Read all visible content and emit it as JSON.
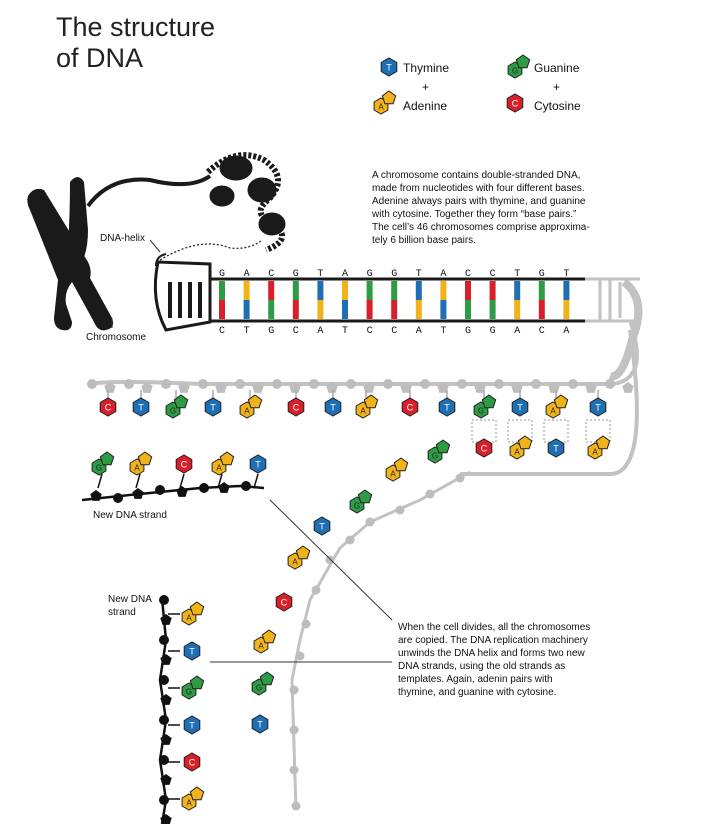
{
  "title": {
    "line1": "The structure",
    "line2": "of DNA"
  },
  "legend": {
    "pair1": {
      "top": {
        "letter": "T",
        "label": "Thymine"
      },
      "plus": "+",
      "bottom": {
        "letter": "A",
        "label": "Adenine"
      }
    },
    "pair2": {
      "top": {
        "letter": "G",
        "label": "Guanine"
      },
      "plus": "+",
      "bottom": {
        "letter": "C",
        "label": "Cytosine"
      }
    }
  },
  "colors": {
    "thymine": "#1f6fb5",
    "adenine": "#f2b21a",
    "guanine": "#2e9b45",
    "cytosine": "#d9202a",
    "old_strand": "#bdbdbd",
    "new_strand": "#111111"
  },
  "labels": {
    "dna_helix": "DNA-helix",
    "chromosome": "Chromosome",
    "new_strand_1": "New DNA strand",
    "new_strand_2_line1": "New DNA",
    "new_strand_2_line2": "strand"
  },
  "descriptions": {
    "chromosome_text": [
      "A chromosome contains double-stranded DNA,",
      "made from nucleotides with four different bases.",
      "Adenine always pairs with thymine, and guanine",
      "with cytosine. Together they form “base pairs.”",
      "The cell’s 46 chromosomes comprise approxima-",
      "tely 6 billion base pairs."
    ],
    "replication_text": [
      "When the cell divides, all the chromosomes",
      "are copied. The DNA replication machinery",
      "unwinds the DNA helix and forms two new",
      "DNA strands, using the old strands as",
      "templates. Again, adenin pairs with",
      "thymine, and guanine with cytosine."
    ]
  },
  "sequence": {
    "top": [
      "G",
      "A",
      "C",
      "G",
      "T",
      "A",
      "G",
      "G",
      "T",
      "A",
      "C",
      "C",
      "T",
      "G",
      "T"
    ],
    "bottom": [
      "C",
      "T",
      "G",
      "C",
      "A",
      "T",
      "C",
      "C",
      "A",
      "T",
      "G",
      "G",
      "A",
      "C",
      "A"
    ]
  },
  "old_strand_bases": [
    "C",
    "T",
    "G",
    "T",
    "A",
    "C",
    "T",
    "A",
    "C",
    "T",
    "G",
    "T",
    "A",
    "T"
  ],
  "paired_bases": [
    "C",
    "A",
    "T",
    "A"
  ],
  "new_strand_1_bases": [
    "G",
    "A",
    "C",
    "A",
    "T"
  ],
  "new_strand_2_bases": [
    "A",
    "T",
    "G",
    "T",
    "C",
    "A"
  ],
  "lower_old_bases": [
    "G",
    "A",
    "G",
    "T",
    "A",
    "C",
    "A",
    "G",
    "T"
  ]
}
